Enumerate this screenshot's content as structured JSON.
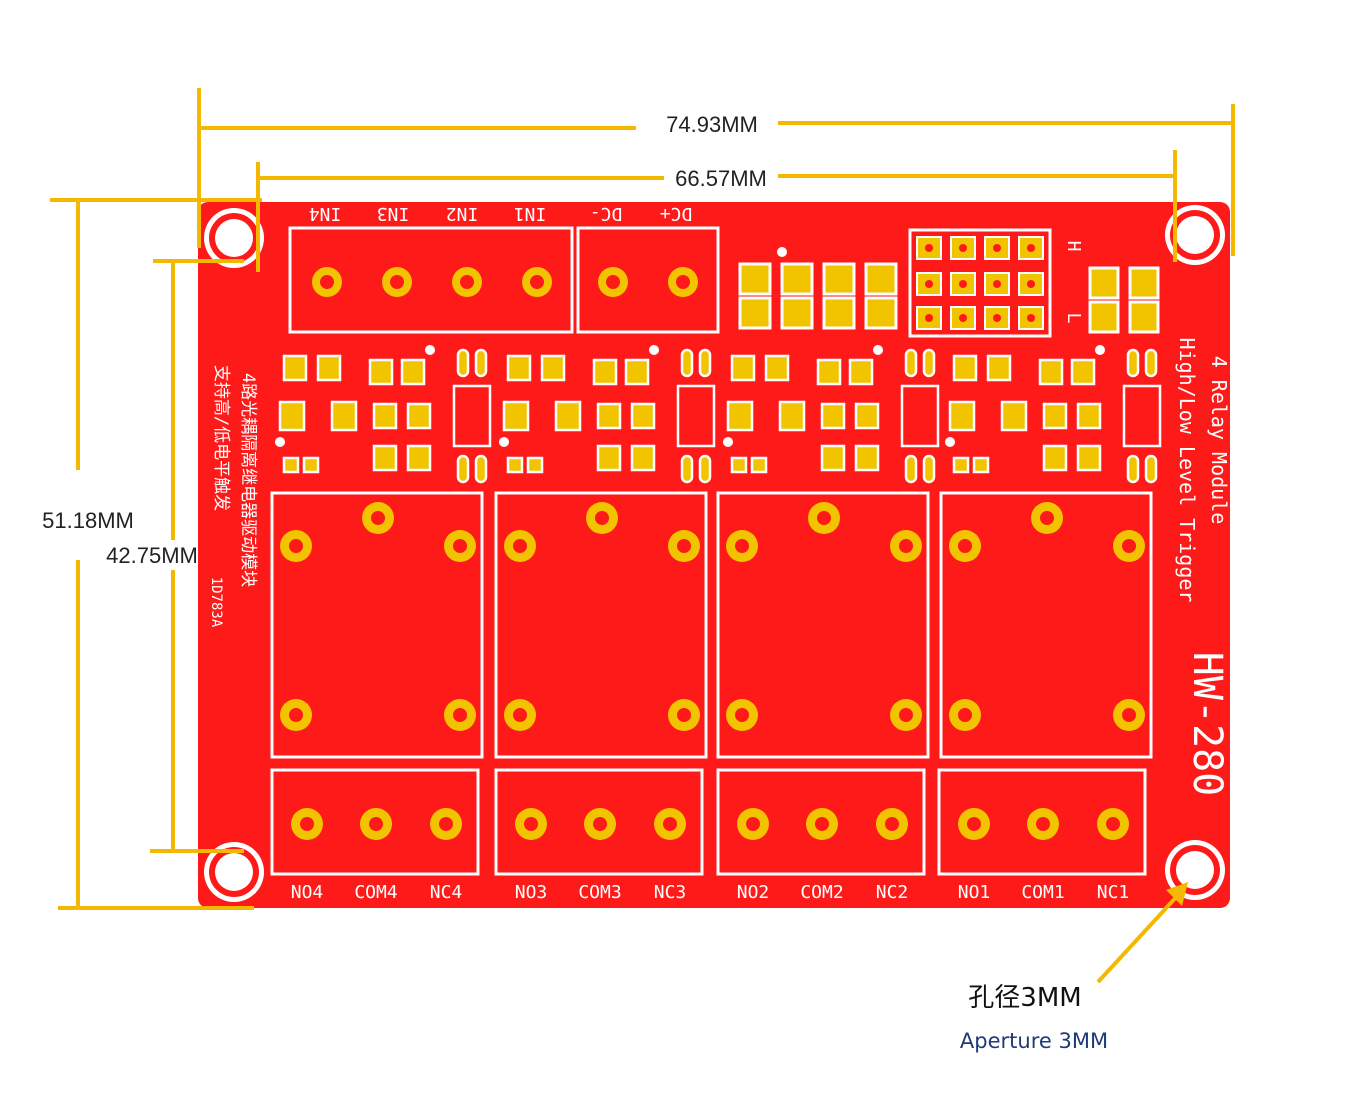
{
  "dimensions": {
    "overall_width": "74.93MM",
    "hole_spacing_x": "66.57MM",
    "overall_height": "51.18MM",
    "hole_spacing_y": "42.75MM"
  },
  "aperture": {
    "label_cn": "孔径3MM",
    "label_en": "Aperture 3MM"
  },
  "board": {
    "model": "HW-280",
    "title_line1": "4 Relay Module",
    "title_line2": "High/Low Level Trigger",
    "cn_line1": "4路光耦隔离继电器驱动模块",
    "cn_line2": "支持高/低电平触发",
    "code": "1D783A",
    "jumper_high": "H",
    "jumper_low": "L",
    "input_pins": [
      "IN4",
      "IN3",
      "IN2",
      "IN1"
    ],
    "power_pins": [
      "DC-",
      "DC+"
    ],
    "output_terminals": [
      [
        "NO4",
        "COM4",
        "NC4"
      ],
      [
        "NO3",
        "COM3",
        "NC3"
      ],
      [
        "NO2",
        "COM2",
        "NC2"
      ],
      [
        "NO1",
        "COM1",
        "NC1"
      ]
    ]
  },
  "colors": {
    "pcb": "#ff1a1a",
    "silkscreen": "#ffffff",
    "pad": "#f2c400",
    "dimension_line": "#f5b800",
    "aperture_en_text": "#1e3a78"
  }
}
